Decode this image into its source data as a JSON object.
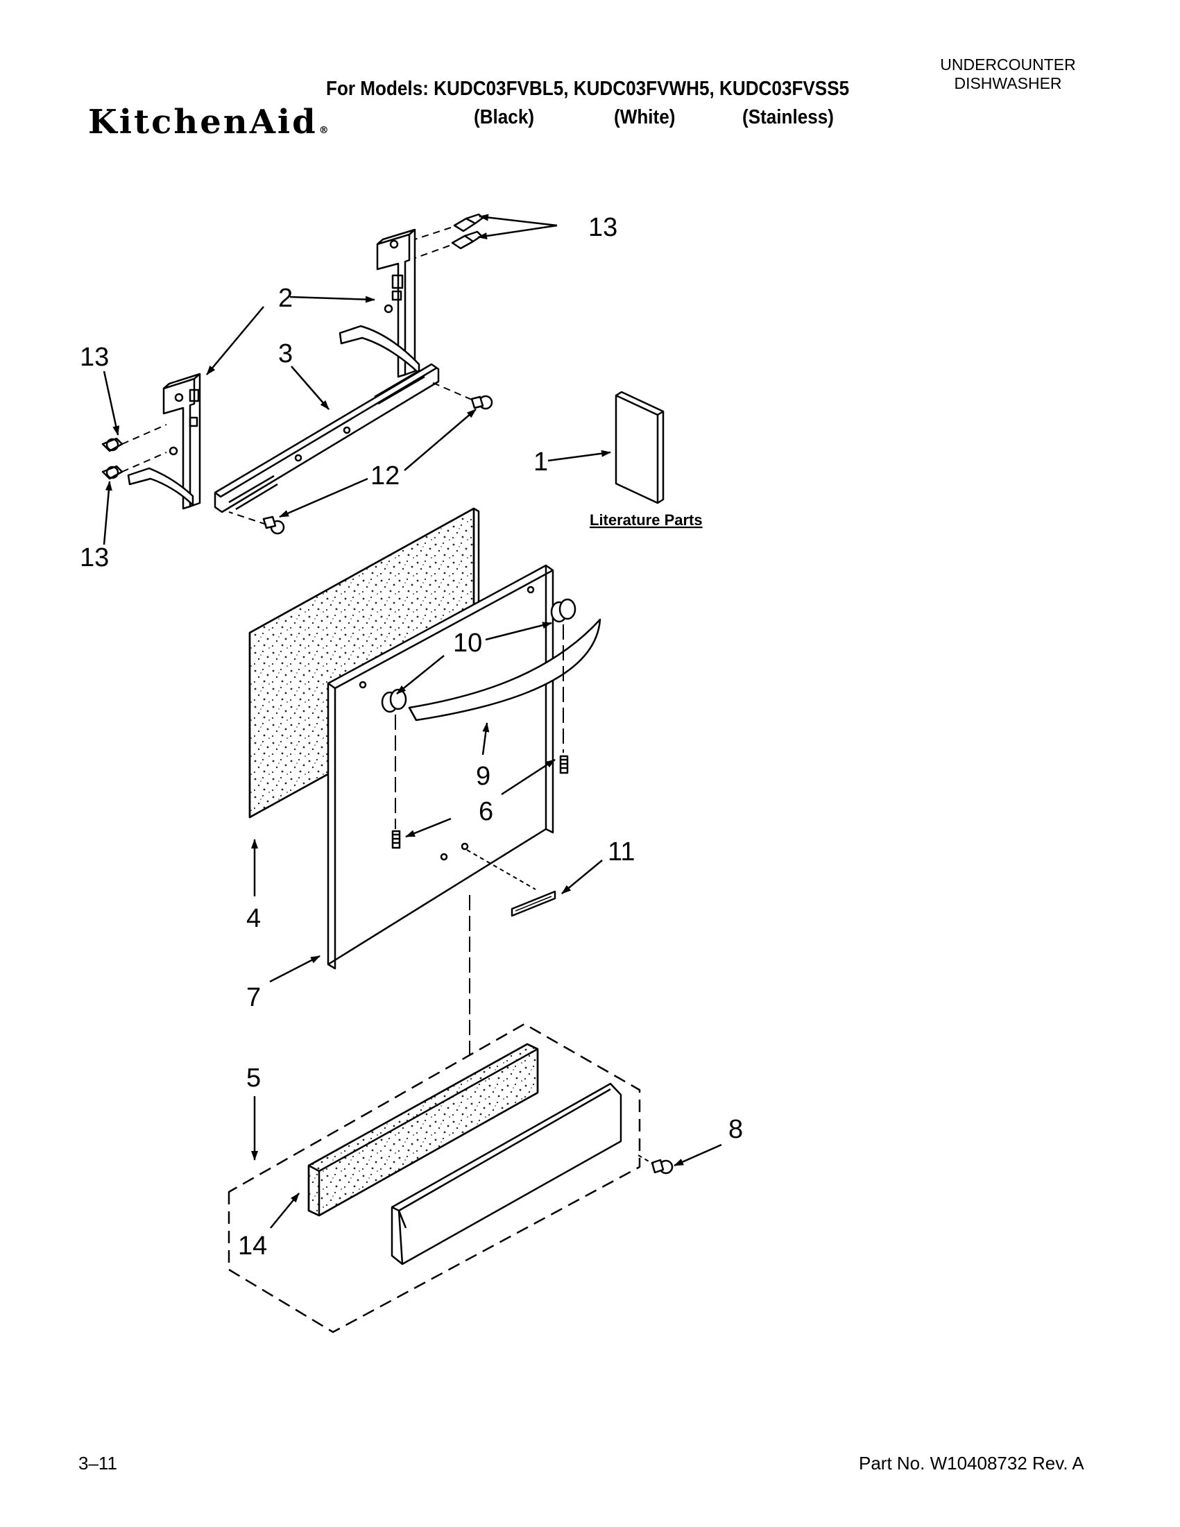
{
  "header": {
    "brand": "KitchenAid",
    "brand_mark": "®",
    "models_line": "For Models: KUDC03FVBL5, KUDC03FVWH5, KUDC03FVSS5",
    "colors": [
      "(Black)",
      "(White)",
      "(Stainless)"
    ],
    "category_line1": "UNDERCOUNTER",
    "category_line2": "DISHWASHER"
  },
  "diagram": {
    "literature_label": "Literature Parts",
    "callouts": {
      "c1": "1",
      "c2": "2",
      "c3": "3",
      "c4": "4",
      "c5": "5",
      "c6": "6",
      "c7": "7",
      "c8": "8",
      "c9": "9",
      "c10": "10",
      "c11": "11",
      "c12": "12",
      "c13a": "13",
      "c13b": "13",
      "c13c": "13",
      "c14": "14"
    }
  },
  "footer": {
    "page_number": "3–11",
    "part_number": "Part No. W10408732 Rev. A"
  }
}
